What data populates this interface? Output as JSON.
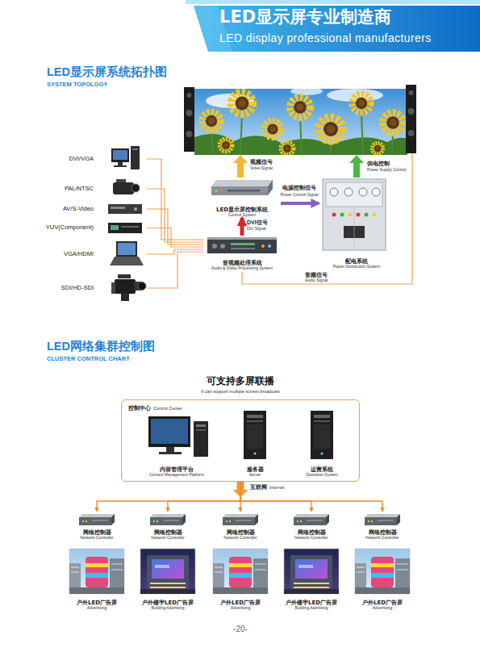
{
  "diagram": {
    "title": "LED显示屏专业制造商",
    "nodes": [
      {
        "text": [
          "DVI/VGA"
        ]
      },
      {
        "text": [
          "PAL/NTSC"
        ]
      },
      {
        "text": [
          "AV/S-Video"
        ]
      },
      {
        "text": [
          "YUV(Component)"
        ]
      },
      {
        "text": [
          "VGA/HDMI"
        ]
      },
      {
        "text": [
          "SDI/HD-SDI"
        ]
      },
      {
        "text": [
          "LED显示屏控制系统",
          "Control System"
        ]
      },
      {
        "text": [
          "音视频处理系统",
          "Audio & Dideo Processing System"
        ]
      },
      {
        "text": [
          "配电系统",
          "Power Distribution System"
        ]
      },
      {
        "text": [
          "控制中心",
          "Control Center"
        ]
      },
      {
        "text": [
          "内容管理平台",
          "Content Management Platform"
        ],
        "in": 9
      },
      {
        "text": [
          "服务器",
          "Server"
        ],
        "in": 9
      },
      {
        "text": [
          "运营系统",
          "Operation System"
        ],
        "in": 9
      },
      {
        "text": [
          "网络控制器",
          "Network Controller"
        ]
      },
      {
        "text": [
          "网络控制器",
          "Network Controller"
        ]
      },
      {
        "text": [
          "网络控制器",
          "Network Controller"
        ]
      },
      {
        "text": [
          "网络控制器",
          "Network Controller"
        ]
      },
      {
        "text": [
          "网络控制器",
          "Network Controller"
        ]
      },
      {
        "text": [
          "户外LED广告屏",
          "Advertising"
        ]
      },
      {
        "text": [
          "户外楼宇LED广告屏",
          "Building Adertising"
        ]
      },
      {
        "text": [
          "户外LED广告屏",
          "Advertising"
        ]
      },
      {
        "text": [
          "户外楼宇LED广告屏",
          "Building Adertising"
        ]
      },
      {
        "text": [
          "户外LED广告屏",
          "Advertising"
        ]
      }
    ],
    "edges": [
      {
        "from": 0,
        "to": 7,
        "arrow": "none"
      },
      {
        "from": 1,
        "to": 7,
        "arrow": "none"
      },
      {
        "from": 2,
        "to": 7,
        "arrow": "none"
      },
      {
        "from": 3,
        "to": 7,
        "arrow": "none"
      },
      {
        "from": 4,
        "to": 7,
        "arrow": "none"
      },
      {
        "from": 5,
        "to": 7,
        "arrow": "none"
      },
      {
        "from": 7,
        "to": 6,
        "label": "DVI信号",
        "arrow": "to"
      },
      {
        "from": 6,
        "to": 8,
        "label": "电源控制信号",
        "arrow": "to"
      },
      {
        "from": 9,
        "to": 13,
        "arrow": "to"
      },
      {
        "from": 9,
        "to": 14,
        "arrow": "to"
      },
      {
        "from": 9,
        "to": 15,
        "arrow": "to"
      },
      {
        "from": 9,
        "to": 16,
        "arrow": "to"
      },
      {
        "from": 9,
        "to": 17,
        "arrow": "to"
      }
    ],
    "labels": [
      "LED display professional manufacturers",
      "LED显示屏系统拓扑图",
      "SYSTEM TOPOLOGY",
      "视频信号",
      "Video Signal",
      "Power Control Signal",
      "DVI Signal",
      "供电控制",
      "Power Supply Control",
      "音频信号",
      "Audio Signal",
      "LED网络集群控制图",
      "CLUSTER CONTROL CHART",
      "可支持多屏联播",
      "It can support multiple screen broadcast",
      "互联网",
      "Internet",
      "-20-"
    ]
  }
}
